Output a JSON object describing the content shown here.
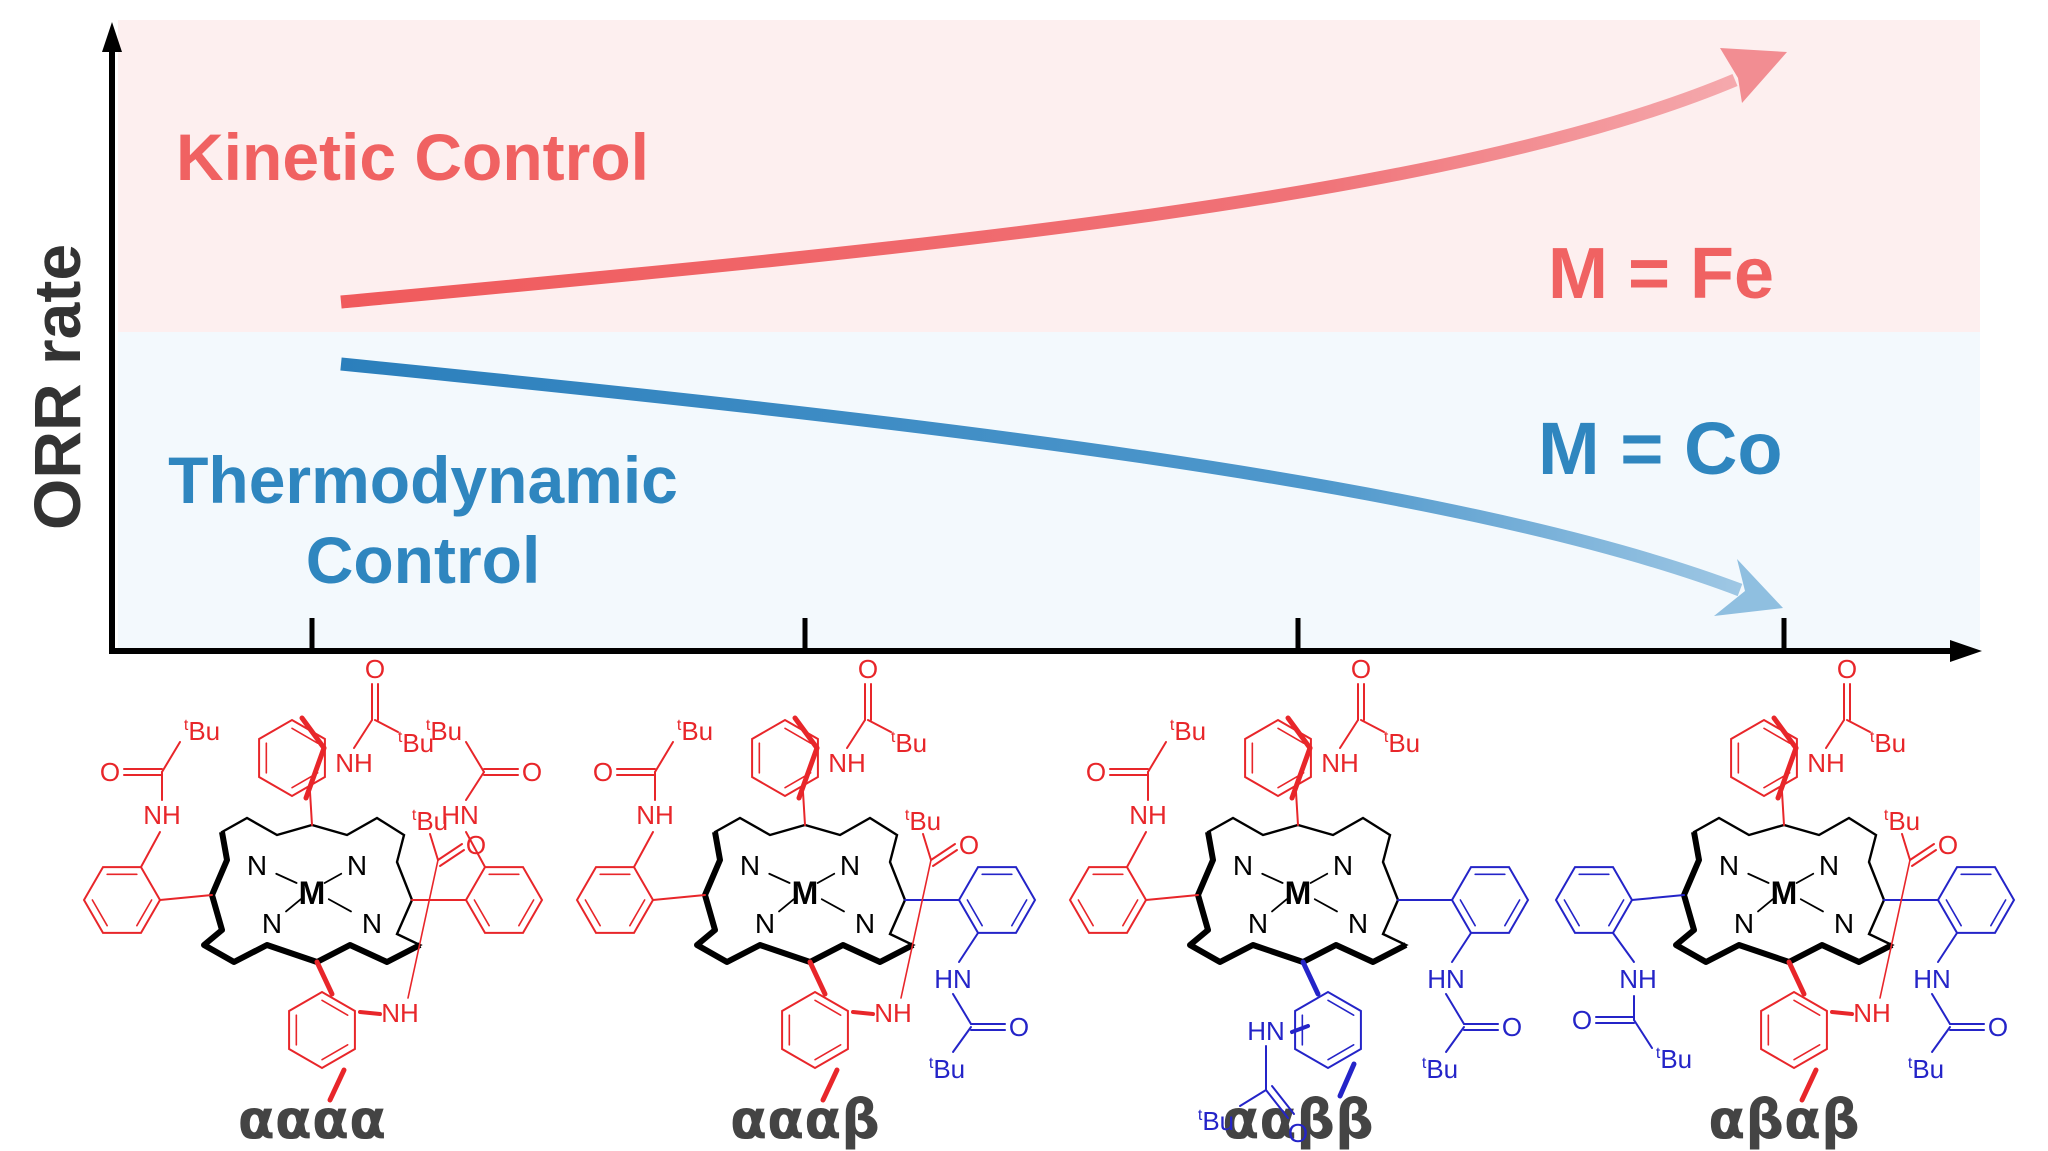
{
  "figure": {
    "y_axis_label": "ORR rate",
    "regions": {
      "kinetic": {
        "label": "Kinetic Control",
        "color": "#f06262",
        "background": "#fdefef"
      },
      "thermodynamic": {
        "label_lines": [
          "Thermodynamic",
          "Control"
        ],
        "color": "#2f86bf",
        "background": "#f3f9fd"
      }
    },
    "trends": [
      {
        "metal_label": "M = Fe",
        "direction": "increasing",
        "color": "#f06262"
      },
      {
        "metal_label": "M = Co",
        "direction": "decreasing",
        "color": "#2f86bf"
      }
    ],
    "x_categories": [
      "αααα",
      "αααβ",
      "ααββ",
      "αβαβ"
    ],
    "colors": {
      "alpha": "#e8262a",
      "beta": "#2424c8",
      "core": "#000000",
      "axis": "#000000",
      "label": "#444444"
    },
    "molecules": [
      {
        "isomer": "αααα",
        "metal": "M",
        "substituents": {
          "left": "alpha",
          "top": "alpha",
          "right": "alpha",
          "bottom": "alpha"
        }
      },
      {
        "isomer": "αααβ",
        "metal": "M",
        "substituents": {
          "left": "alpha",
          "top": "alpha",
          "right": "beta",
          "bottom": "alpha"
        }
      },
      {
        "isomer": "ααββ",
        "metal": "M",
        "substituents": {
          "left": "alpha",
          "top": "alpha",
          "right": "beta",
          "bottom": "beta"
        }
      },
      {
        "isomer": "αβαβ",
        "metal": "M",
        "substituents": {
          "left": "beta",
          "top": "alpha",
          "right": "beta",
          "bottom": "alpha"
        }
      }
    ],
    "atom_labels": {
      "nitrogen": "N",
      "amide_nh": "NH",
      "amide_hn": "HN",
      "oxygen": "O",
      "tbu_sup": "t",
      "tbu": "Bu"
    }
  }
}
